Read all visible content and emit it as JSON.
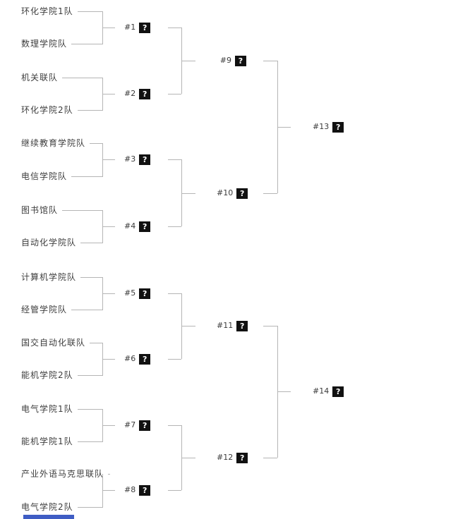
{
  "bracket": {
    "round1": [
      {
        "match": "#1",
        "result": "?",
        "teams": [
          "环化学院1队",
          "数理学院队"
        ]
      },
      {
        "match": "#2",
        "result": "?",
        "teams": [
          "机关联队",
          "环化学院2队"
        ]
      },
      {
        "match": "#3",
        "result": "?",
        "teams": [
          "继续教育学院队",
          "电信学院队"
        ]
      },
      {
        "match": "#4",
        "result": "?",
        "teams": [
          "图书馆队",
          "自动化学院队"
        ]
      },
      {
        "match": "#5",
        "result": "?",
        "teams": [
          "计算机学院队",
          "经管学院队"
        ]
      },
      {
        "match": "#6",
        "result": "?",
        "teams": [
          "国交自动化联队",
          "能机学院2队"
        ]
      },
      {
        "match": "#7",
        "result": "?",
        "teams": [
          "电气学院1队",
          "能机学院1队"
        ]
      },
      {
        "match": "#8",
        "result": "?",
        "teams": [
          "产业外语马克思联队",
          "电气学院2队"
        ]
      }
    ],
    "round2": [
      {
        "match": "#9",
        "result": "?"
      },
      {
        "match": "#10",
        "result": "?"
      },
      {
        "match": "#11",
        "result": "?"
      },
      {
        "match": "#12",
        "result": "?"
      }
    ],
    "round3": [
      {
        "match": "#13",
        "result": "?"
      },
      {
        "match": "#14",
        "result": "?"
      }
    ]
  },
  "colors": {
    "line": "#b5b5b5",
    "team_text": "#3d3d3d",
    "result_box_bg": "#111111",
    "result_box_text": "#ffffff",
    "footer_bar": "#3f5dc4"
  }
}
